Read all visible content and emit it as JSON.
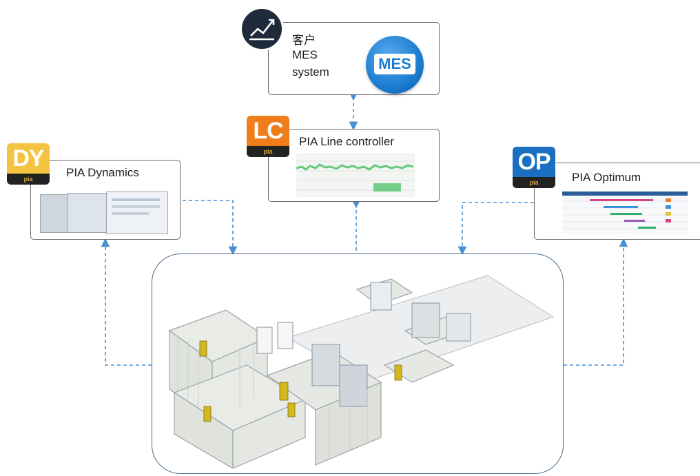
{
  "mes": {
    "label_lines": [
      "客户",
      "MES",
      "system"
    ],
    "logo_text": "MES"
  },
  "lc": {
    "badge_code": "LC",
    "badge_strip": "pia",
    "label": "PIA Line controller"
  },
  "dy": {
    "badge_code": "DY",
    "badge_strip": "pia",
    "label": "PIA Dynamics"
  },
  "op": {
    "badge_code": "OP",
    "badge_strip": "pia",
    "label": "PIA Optimum"
  },
  "colors": {
    "lc_orange": "#ef7d1a",
    "dy_yellow": "#f4c341",
    "op_blue": "#1b6fc1",
    "mes_blue": "#1c7dd0",
    "mes_badge_dark": "#1f2a3a",
    "connector_blue": "#4a8fd1",
    "chart_green": "#3fbf5c"
  },
  "icons": [
    "trend-chart-icon",
    "mes-logo-icon",
    "factory-line-illustration"
  ]
}
